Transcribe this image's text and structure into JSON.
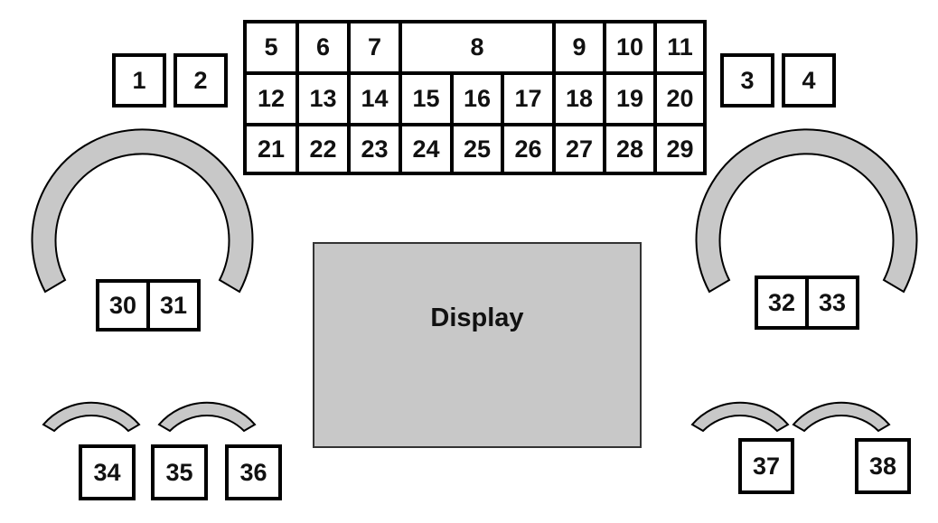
{
  "colors": {
    "arc_fill": "#c8c8c8",
    "display_fill": "#c8c8c8",
    "stroke": "#000000"
  },
  "standalone": [
    "1",
    "2",
    "3",
    "4"
  ],
  "grid_rows": [
    [
      "5",
      "6",
      "7",
      "8",
      "9",
      "10",
      "11"
    ],
    [
      "12",
      "13",
      "14",
      "15",
      "16",
      "17",
      "18",
      "19",
      "20"
    ],
    [
      "21",
      "22",
      "23",
      "24",
      "25",
      "26",
      "27",
      "28",
      "29"
    ]
  ],
  "gauge_pairs": [
    [
      "30",
      "31"
    ],
    [
      "32",
      "33"
    ]
  ],
  "bottom": [
    "34",
    "35",
    "36",
    "37",
    "38"
  ],
  "display_label": "Display"
}
